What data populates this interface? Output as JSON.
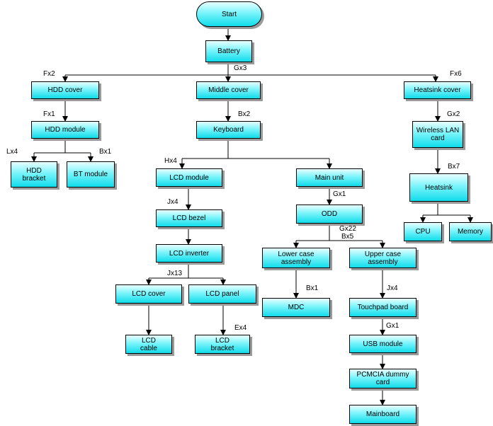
{
  "nodes": {
    "start": "Start",
    "battery": "Battery",
    "hdd_cover": "HDD cover",
    "middle_cover": "Middle cover",
    "heatsink_cover": "Heatsink cover",
    "hdd_module": "HDD module",
    "keyboard": "Keyboard",
    "wireless_lan": "Wireless LAN\ncard",
    "hdd_bracket": "HDD\nbracket",
    "bt_module": "BT module",
    "lcd_module": "LCD module",
    "main_unit": "Main unit",
    "heatsink": "Heatsink",
    "lcd_bezel": "LCD bezel",
    "odd": "ODD",
    "cpu": "CPU",
    "memory": "Memory",
    "lcd_inverter": "LCD inverter",
    "lower_case": "Lower case\nassembly",
    "upper_case": "Upper case\nassembly",
    "lcd_cover": "LCD cover",
    "lcd_panel": "LCD panel",
    "mdc": "MDC",
    "touchpad_board": "Touchpad board",
    "lcd_cable": "LCD\ncable",
    "lcd_bracket": "LCD\nbracket",
    "usb_module": "USB module",
    "pcmcia_dummy": "PCMCIA dummy\ncard",
    "mainboard": "Mainboard"
  },
  "labels": {
    "gx3": "Gx3",
    "fx2": "Fx2",
    "fx6": "Fx6",
    "fx1": "Fx1",
    "bx2": "Bx2",
    "gx2": "Gx2",
    "lx4": "Lx4",
    "bx1_a": "Bx1",
    "hx4": "Hx4",
    "bx7": "Bx7",
    "gx1_a": "Gx1",
    "jx4_a": "Jx4",
    "gx22": "Gx22",
    "bx5": "Bx5",
    "jx13": "Jx13",
    "bx1_b": "Bx1",
    "jx4_b": "Jx4",
    "ex4": "Ex4",
    "gx1_b": "Gx1"
  }
}
